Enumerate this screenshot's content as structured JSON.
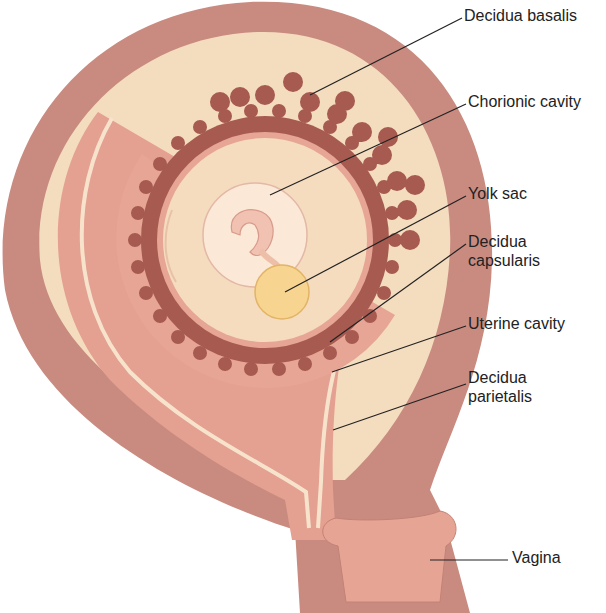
{
  "diagram": {
    "labels": [
      "Decidua basalis",
      "Chorionic cavity",
      "Yolk sac",
      "Decidua capsularis",
      "Uterine cavity",
      "Decidua parietalis",
      "Vagina"
    ]
  }
}
